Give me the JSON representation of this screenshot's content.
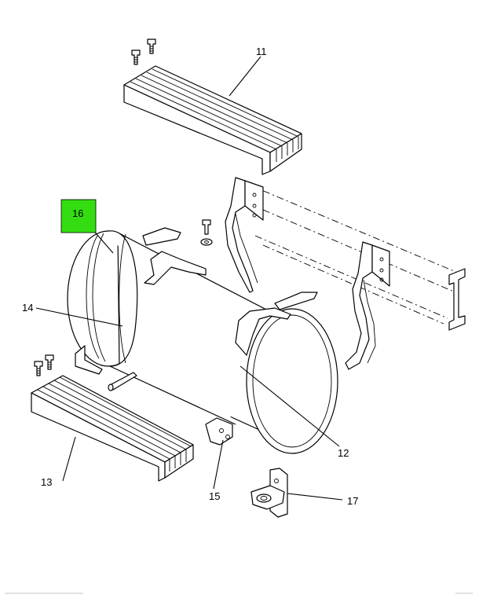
{
  "diagram": {
    "callouts": {
      "c11": "11",
      "c12": "12",
      "c13": "13",
      "c14": "14",
      "c15": "15",
      "c16": "16",
      "c17": "17"
    },
    "highlight_color": "#33dd11",
    "highlighted_callout": "16"
  }
}
